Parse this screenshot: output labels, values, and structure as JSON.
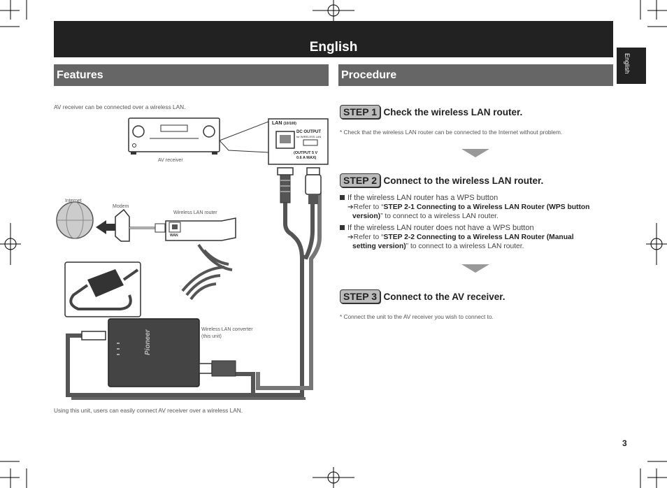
{
  "header": {
    "title": "English"
  },
  "side_tab": {
    "label": "English"
  },
  "features": {
    "heading": "Features",
    "intro": "AV receiver can be connected over a wireless LAN.",
    "caption_bottom": "Using this unit, users can easily connect AV receiver over a wireless LAN.",
    "labels": {
      "av_receiver": "AV receiver",
      "internet": "Internet",
      "modem": "Modem",
      "router": "Wireless LAN router",
      "wan": "WAN",
      "converter_line1": "Wireless LAN converter",
      "converter_line2": "(this unit)",
      "lan": "LAN",
      "lan_speed": "(10/100)",
      "dc_output": "DC OUTPUT",
      "dc_for": "for WIRELESS LAN",
      "output_spec1": "(OUTPUT 5 V",
      "output_spec2": "0.6 A MAX)",
      "brand": "Pioneer"
    }
  },
  "procedure": {
    "heading": "Procedure",
    "steps": [
      {
        "badge": "STEP 1",
        "title": "Check the wireless LAN router.",
        "note": "* Check that the wireless LAN router can be connected to the Internet without problem."
      },
      {
        "badge": "STEP 2",
        "title": "Connect to the wireless LAN router.",
        "bullet1": "If the wireless LAN router has a WPS button",
        "ref1_prefix": "➔Refer to “",
        "ref1_bold_a": "STEP 2-1 Connecting to a Wireless LAN Router (WPS button",
        "ref1_bold_b": "version)",
        "ref1_suffix": "” to connect to a wireless LAN router.",
        "bullet2": "If the wireless LAN router does not have a WPS button",
        "ref2_prefix": "➔Refer to “",
        "ref2_bold_a": "STEP 2-2 Connecting to a Wireless LAN Router (Manual",
        "ref2_bold_b": "setting version)",
        "ref2_suffix": "” to connect to a wireless LAN router."
      },
      {
        "badge": "STEP 3",
        "title": "Connect to the AV receiver.",
        "note": "* Connect the unit to the AV receiver you wish to connect to."
      }
    ]
  },
  "page_number": "3"
}
